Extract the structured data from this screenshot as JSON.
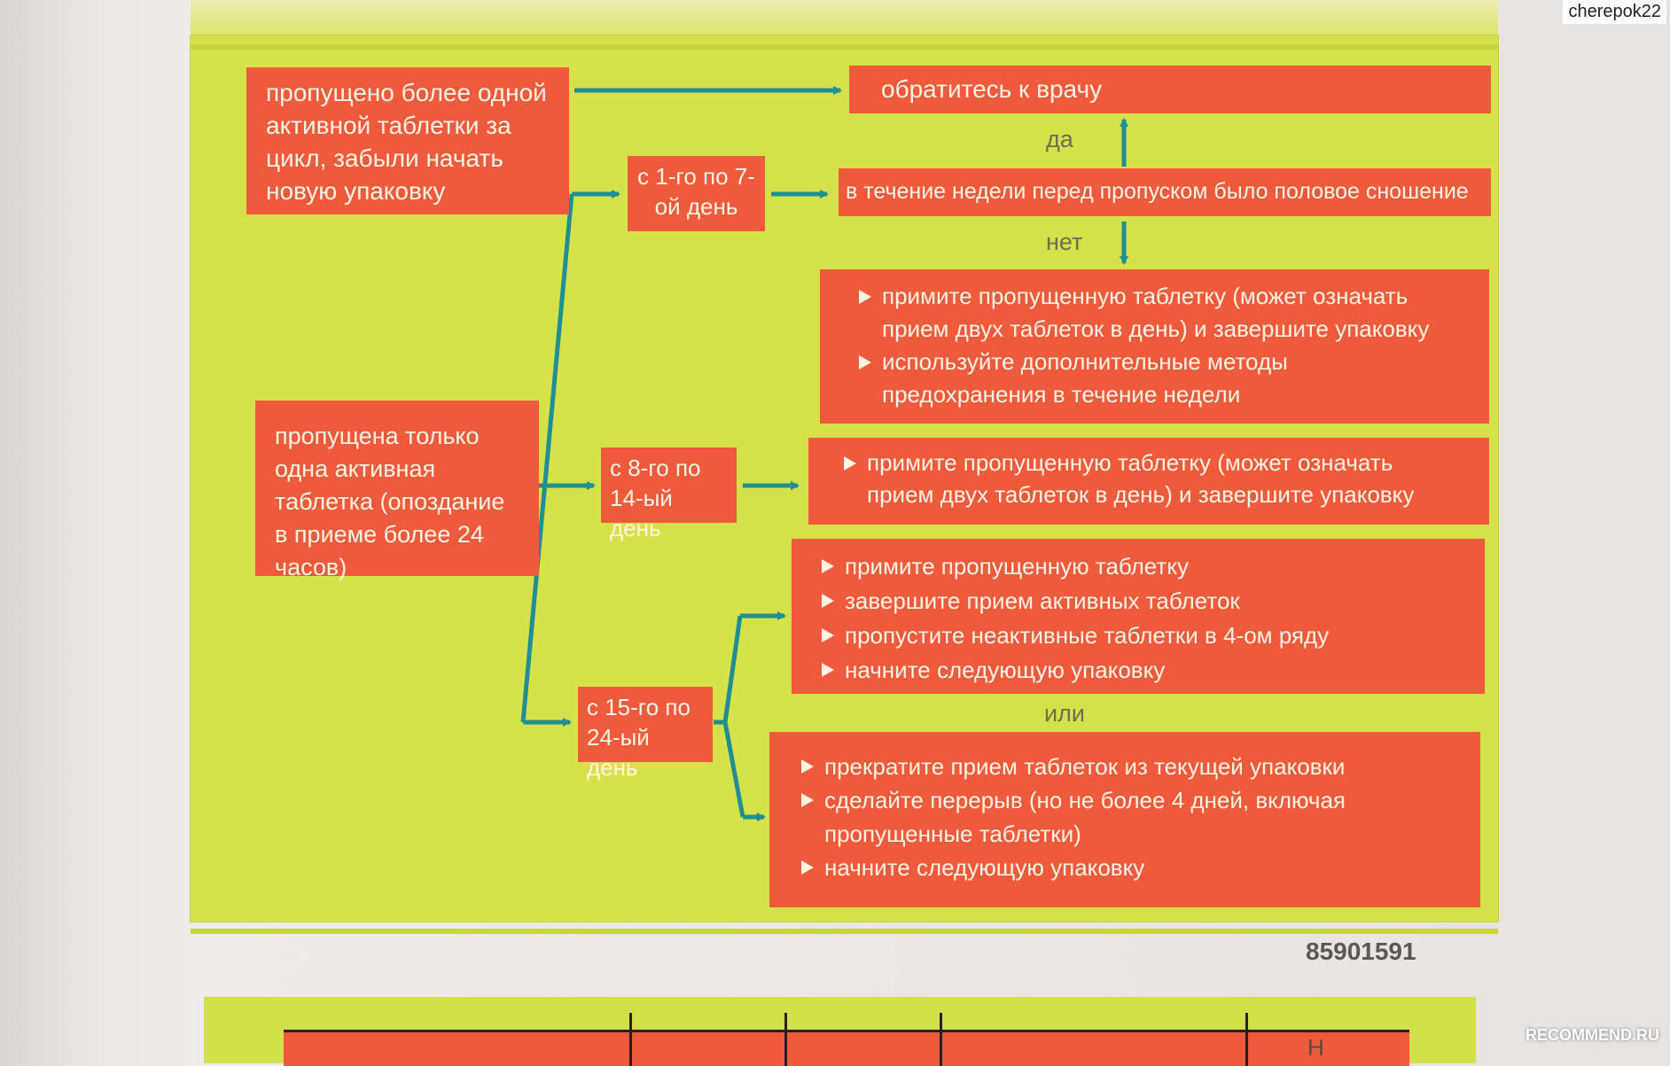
{
  "colors": {
    "panel": "#d5e24a",
    "box": "#f05a3c",
    "arrow": "#1f8f93",
    "text_light": "#fff3e6"
  },
  "boxes": {
    "many_missed": "пропущено более одной активной таблетки за цикл, забыли начать новую упаковку",
    "see_doctor": "обратитесь к врачу",
    "one_missed": "пропущена только одна активная таблетка (опоздание в приеме более 24 часов)",
    "day_1_7": "с 1-го по 7-ой день",
    "day_8_14": "с 8-го по 14-ый день",
    "day_15_24": "с 15-го по 24-ый день",
    "question": "в течение недели перед пропуском было половое сношение"
  },
  "labels": {
    "yes": "да",
    "no": "нет",
    "or": "или"
  },
  "instructions": {
    "week1": [
      "примите пропущенную таблетку (может означать прием двух таблеток в день) и завершите упаковку",
      "используйте дополнительные методы предохранения в течение недели"
    ],
    "week2": [
      "примите пропущенную таблетку (может означать прием двух таблеток в день) и завершите упаковку"
    ],
    "week3_option_a": [
      "примите пропущенную таблетку",
      "завершите прием активных таблеток",
      "пропустите неактивные таблетки в 4-ом ряду",
      "начните следующую упаковку"
    ],
    "week3_option_b": [
      "прекратите прием таблеток из текущей упаковки",
      "сделайте перерыв (но не более 4 дней, включая пропущенные таблетки)",
      "начните следующую упаковку"
    ]
  },
  "code": "85901591",
  "watermark": {
    "user": "cherepok22",
    "site": "RECOMMEND.RU"
  },
  "bottom_partial_text": "Н"
}
